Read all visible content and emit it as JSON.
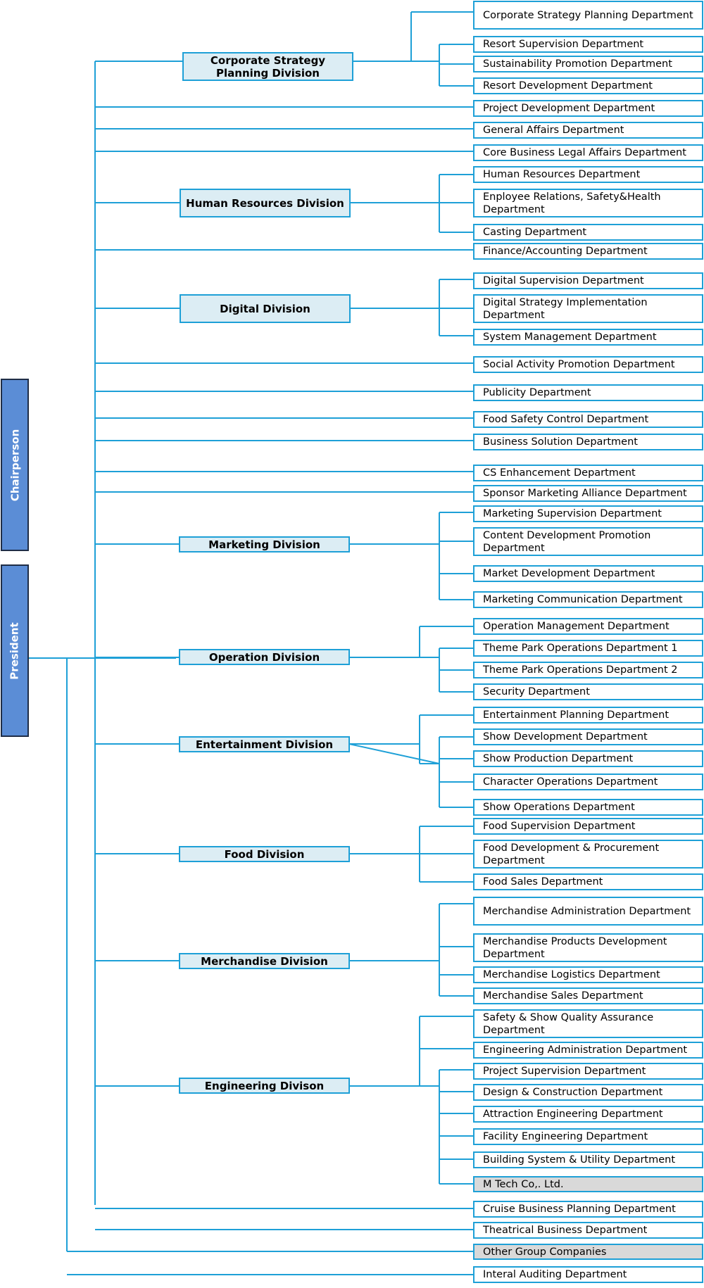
{
  "colors": {
    "line": "#1ea0d7",
    "exec_fill": "#5b8dd6",
    "division_fill": "#dcedf4",
    "gray_fill": "#d9d9d9"
  },
  "executives": {
    "chairperson": "Chairperson",
    "president": "President"
  },
  "divisions": {
    "corporate_strategy": "Corporate Strategy Planning Division",
    "human_resources": "Human Resources Division",
    "digital": "Digital Division",
    "marketing": "Marketing Division",
    "operation": "Operation Division",
    "entertainment": "Entertainment Division",
    "food": "Food Division",
    "merchandise": "Merchandise Division",
    "engineering": "Engineering Divison"
  },
  "departments": {
    "corp_strategy_planning": "Corporate Strategy Planning Department",
    "resort_supervision": "Resort Supervision Department",
    "sustainability_promotion": "Sustainability Promotion Department",
    "resort_development": "Resort Development Department",
    "project_development": "Project Development Department",
    "general_affairs": "General Affairs Department",
    "core_business_legal": "Core Business Legal Affairs Department",
    "human_resources": "Human Resources Department",
    "employee_relations": "Enployee Relations, Safety&Health Department",
    "casting": "Casting Department",
    "finance_accounting": "Finance/Accounting Department",
    "digital_supervision": "Digital Supervision Department",
    "digital_strategy": "Digital Strategy Implementation Department",
    "system_management": "System Management Department",
    "social_activity": "Social Activity Promotion Department",
    "publicity": "Publicity Department",
    "food_safety": "Food Safety Control Department",
    "business_solution": "Business Solution Department",
    "cs_enhancement": "CS Enhancement Department",
    "sponsor_marketing": "Sponsor Marketing Alliance Department",
    "marketing_supervision": "Marketing Supervision Department",
    "content_development": "Content Development Promotion Department",
    "market_development": "Market Development Department",
    "marketing_communication": "Marketing Communication Department",
    "operation_management": "Operation Management Department",
    "theme_park_ops_1": "Theme Park Operations Department 1",
    "theme_park_ops_2": "Theme Park Operations Department 2",
    "security": "Security Department",
    "entertainment_planning": "Entertainment Planning Department",
    "show_development": "Show Development Department",
    "show_production": "Show Production Department",
    "character_operations": "Character Operations Department",
    "show_operations": "Show Operations Department",
    "food_supervision": "Food Supervision Department",
    "food_development": "Food Development & Procurement Department",
    "food_sales": "Food Sales Department",
    "merch_administration": "Merchandise Administration Department",
    "merch_products": "Merchandise Products Development Department",
    "merch_logistics": "Merchandise Logistics Department",
    "merch_sales": "Merchandise Sales Department",
    "safety_show_quality": "Safety & Show Quality Assurance Department",
    "engineering_admin": "Engineering Administration Department",
    "project_supervision": "Project Supervision Department",
    "design_construction": "Design & Construction Department",
    "attraction_engineering": "Attraction Engineering Department",
    "facility_engineering": "Facility Engineering Department",
    "building_system": "Building System & Utility Department",
    "m_tech": "M Tech Co,. Ltd.",
    "cruise_business": "Cruise Business Planning Department",
    "theatrical_business": "Theatrical Business Department",
    "other_group": "Other Group Companies",
    "internal_auditing": "Interal Auditing Department"
  }
}
